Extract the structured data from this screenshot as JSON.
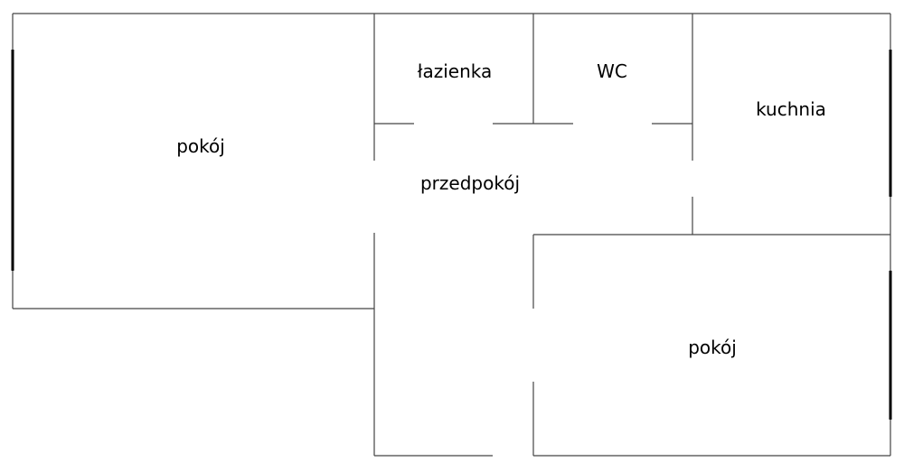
{
  "rooms": {
    "room_left": "pokój",
    "bathroom": "łazienka",
    "wc": "WC",
    "kitchen": "kuchnia",
    "hallway": "przedpokój",
    "room_right": "pokój"
  },
  "colors": {
    "wall": "#444444",
    "window": "#000000",
    "background": "#ffffff"
  }
}
